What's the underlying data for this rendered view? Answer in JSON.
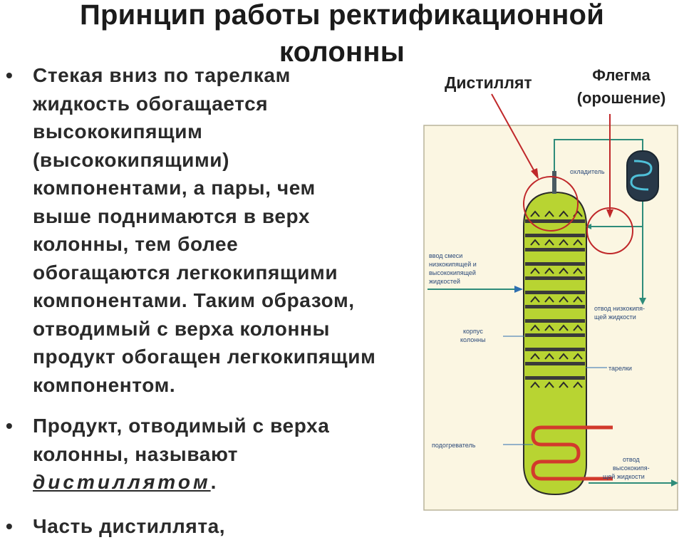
{
  "title": {
    "line1": "Принцип работы ректификационной",
    "line2": "колонны"
  },
  "bullets": [
    {
      "lines": [
        "Стекая вниз по тарелкам",
        "жидкость обогащается",
        "высококипящим",
        "(высококипящими)",
        "компонентами, а пары, чем",
        "выше поднимаются в верх",
        "колонны, тем более",
        "обогащаются легкокипящими",
        "компонентами. Таким образом,",
        "отводимый с верха колонны",
        "продукт обогащен легкокипящим",
        "компонентом."
      ]
    },
    {
      "lines": [
        "Продукт, отводимый с верха",
        "колонны, называют"
      ],
      "term": "дистиллятом",
      "term_suffix": "."
    },
    {
      "lines": [
        "Часть дистиллята,"
      ]
    }
  ],
  "bullet_symbol": "•",
  "diagram": {
    "label_distillate": "Дистиллят",
    "label_reflux_line1": "Флегма",
    "label_reflux_line2": "(орошение)",
    "label_cooler": "охладитель",
    "label_feed_1": "ввод смеси",
    "label_feed_2": "низкокипящей и",
    "label_feed_3": "высококипящей",
    "label_feed_4": "жидкостей",
    "label_low_out_1": "отвод низкокипя-",
    "label_low_out_2": "щей жидкости",
    "label_body_1": "корпус",
    "label_body_2": "колонны",
    "label_trays": "тарелки",
    "label_heater": "подогреватель",
    "label_high_out_1": "отвод",
    "label_high_out_2": "высококипя-",
    "label_high_out_3": "щей жидкости",
    "colors": {
      "column_fill": "#b8d432",
      "tray": "#3a3a3a",
      "pipe": "#2e8c7a",
      "highlight": "#c0282a",
      "heater": "#d23a2c",
      "frame": "#fdf8e8"
    }
  }
}
